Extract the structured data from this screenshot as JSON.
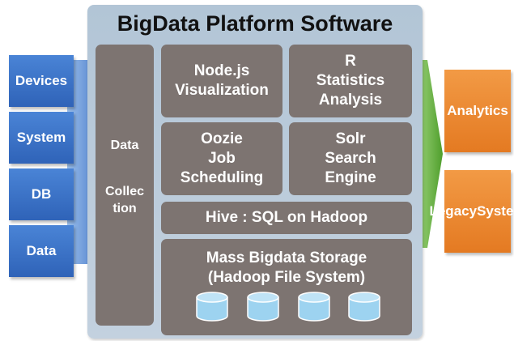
{
  "platform": {
    "title": "BigData Platform Software",
    "collection": {
      "line1": "Data",
      "line2": "Collec",
      "line3": "tion"
    },
    "nodejs": {
      "line1": "Node.js",
      "line2": "Visualization"
    },
    "r": {
      "line1": "R",
      "line2": "Statistics",
      "line3": "Analysis"
    },
    "oozie": {
      "line1": "Oozie",
      "line2": "Job",
      "line3": "Scheduling"
    },
    "solr": {
      "line1": "Solr",
      "line2": "Search",
      "line3": "Engine"
    },
    "hive": {
      "line1": "Hive : SQL on Hadoop"
    },
    "storage": {
      "line1": "Mass Bigdata Storage",
      "line2": "(Hadoop File System)"
    }
  },
  "sources": [
    "Devices",
    "System",
    "DB",
    "Data"
  ],
  "outputs": {
    "analytics": "Analytics",
    "legacy_line1": "Legacy",
    "legacy_line2": "System"
  },
  "colors": {
    "source_blue": "#3a6fc4",
    "output_orange": "#ea8530",
    "tile_gray": "#7d7471",
    "panel_blue": "#b8c9da",
    "arrow_green": "#5fae3c",
    "cylinder_blue": "#9dd3f0"
  },
  "icons": [
    "database-cylinder-icon",
    "right-arrow-icon"
  ]
}
